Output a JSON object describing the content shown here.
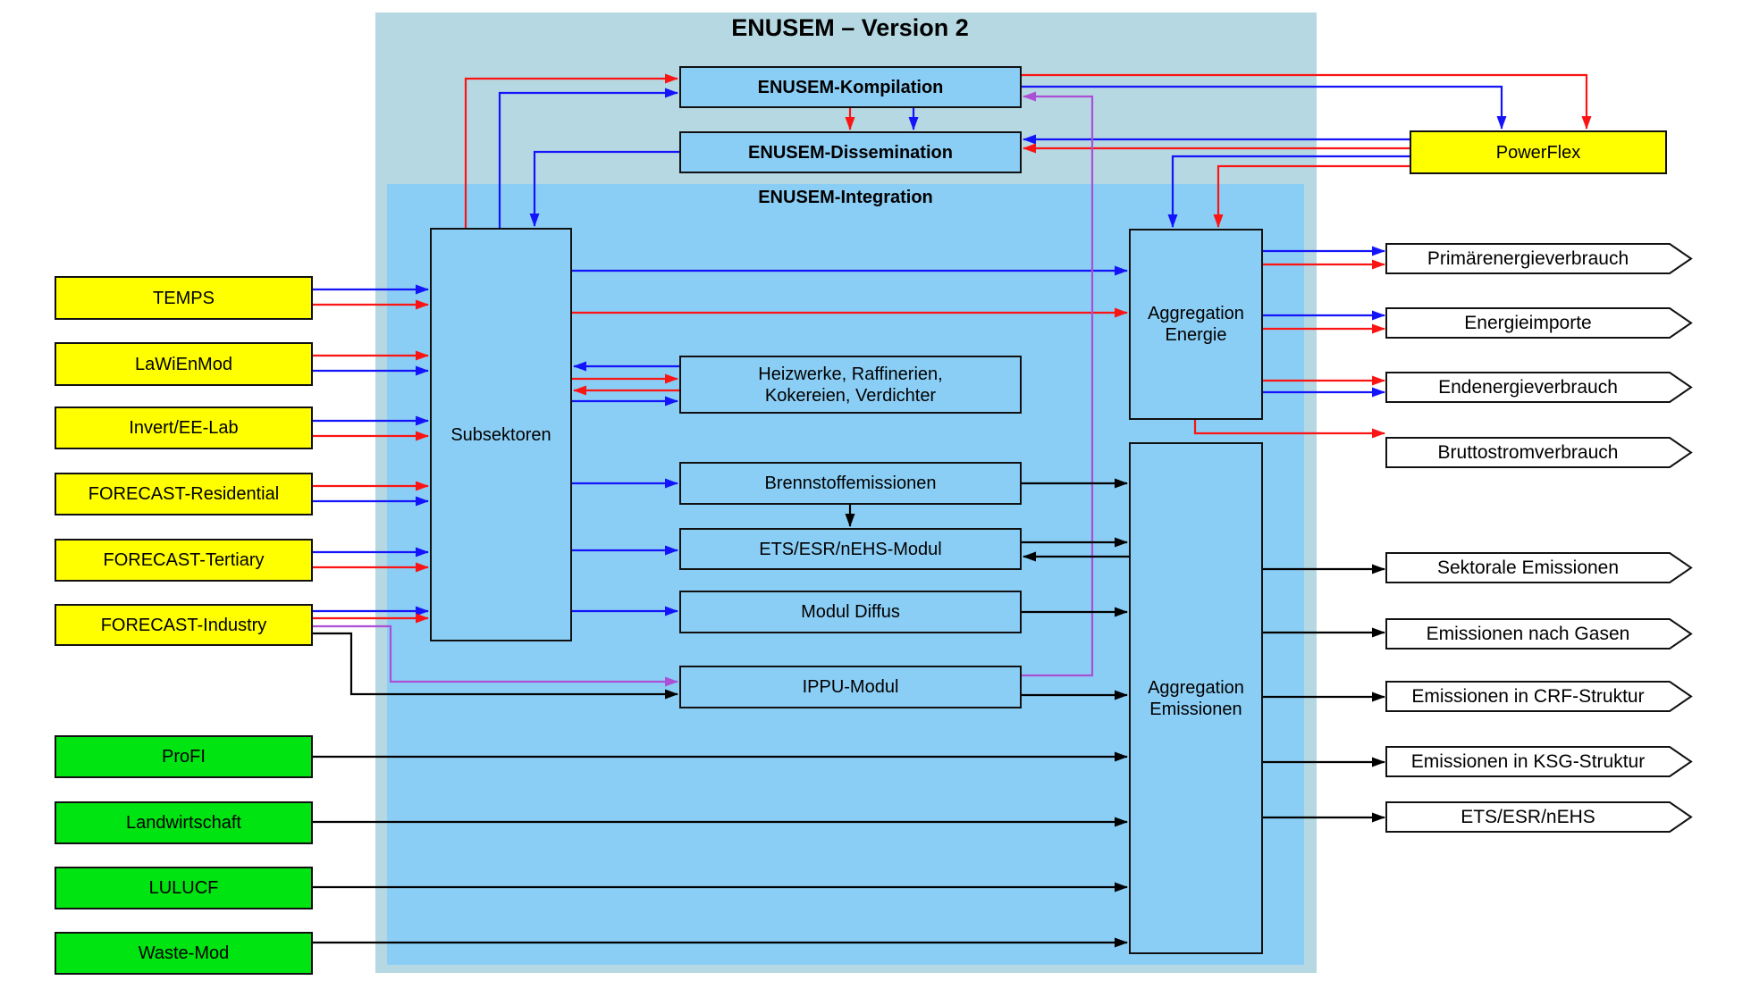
{
  "title": "ENUSEM – Version 2",
  "colors": {
    "panel_outer": "#b5d8e2",
    "panel_inner": "#8bcef5",
    "box_blue": "#8bcef5",
    "box_yellow": "#ffff00",
    "box_green": "#00e412",
    "line_blue": "#1414fa",
    "line_red": "#fa1414",
    "line_purple": "#ab4fd6",
    "line_black": "#000000"
  },
  "top": {
    "kompilation": "ENUSEM-Kompilation",
    "dissemination": "ENUSEM-Dissemination",
    "powerflex": "PowerFlex"
  },
  "integration": {
    "label": "ENUSEM-Integration",
    "subsektoren": "Subsektoren",
    "heizwerke": "Heizwerke, Raffinerien,\nKokereien, Verdichter",
    "brennstoff": "Brennstoffemissionen",
    "ets_modul": "ETS/ESR/nEHS-Modul",
    "diffus": "Modul Diffus",
    "ippu": "IPPU-Modul",
    "agg_energie": "Aggregation\nEnergie",
    "agg_emissionen": "Aggregation\nEmissionen"
  },
  "inputs": {
    "energy": [
      "TEMPS",
      "LaWiEnMod",
      "Invert/EE-Lab",
      "FORECAST-Residential",
      "FORECAST-Tertiary",
      "FORECAST-Industry"
    ],
    "emissions": [
      "ProFI",
      "Landwirtschaft",
      "LULUCF",
      "Waste-Mod"
    ]
  },
  "outputs": {
    "energy": [
      "Primärenergieverbrauch",
      "Energieimporte",
      "Endenergieverbrauch",
      "Bruttostromverbrauch"
    ],
    "emissions": [
      "Sektorale Emissionen",
      "Emissionen nach Gasen",
      "Emissionen in CRF-Struktur",
      "Emissionen in KSG-Struktur",
      "ETS/ESR/nEHS"
    ]
  }
}
